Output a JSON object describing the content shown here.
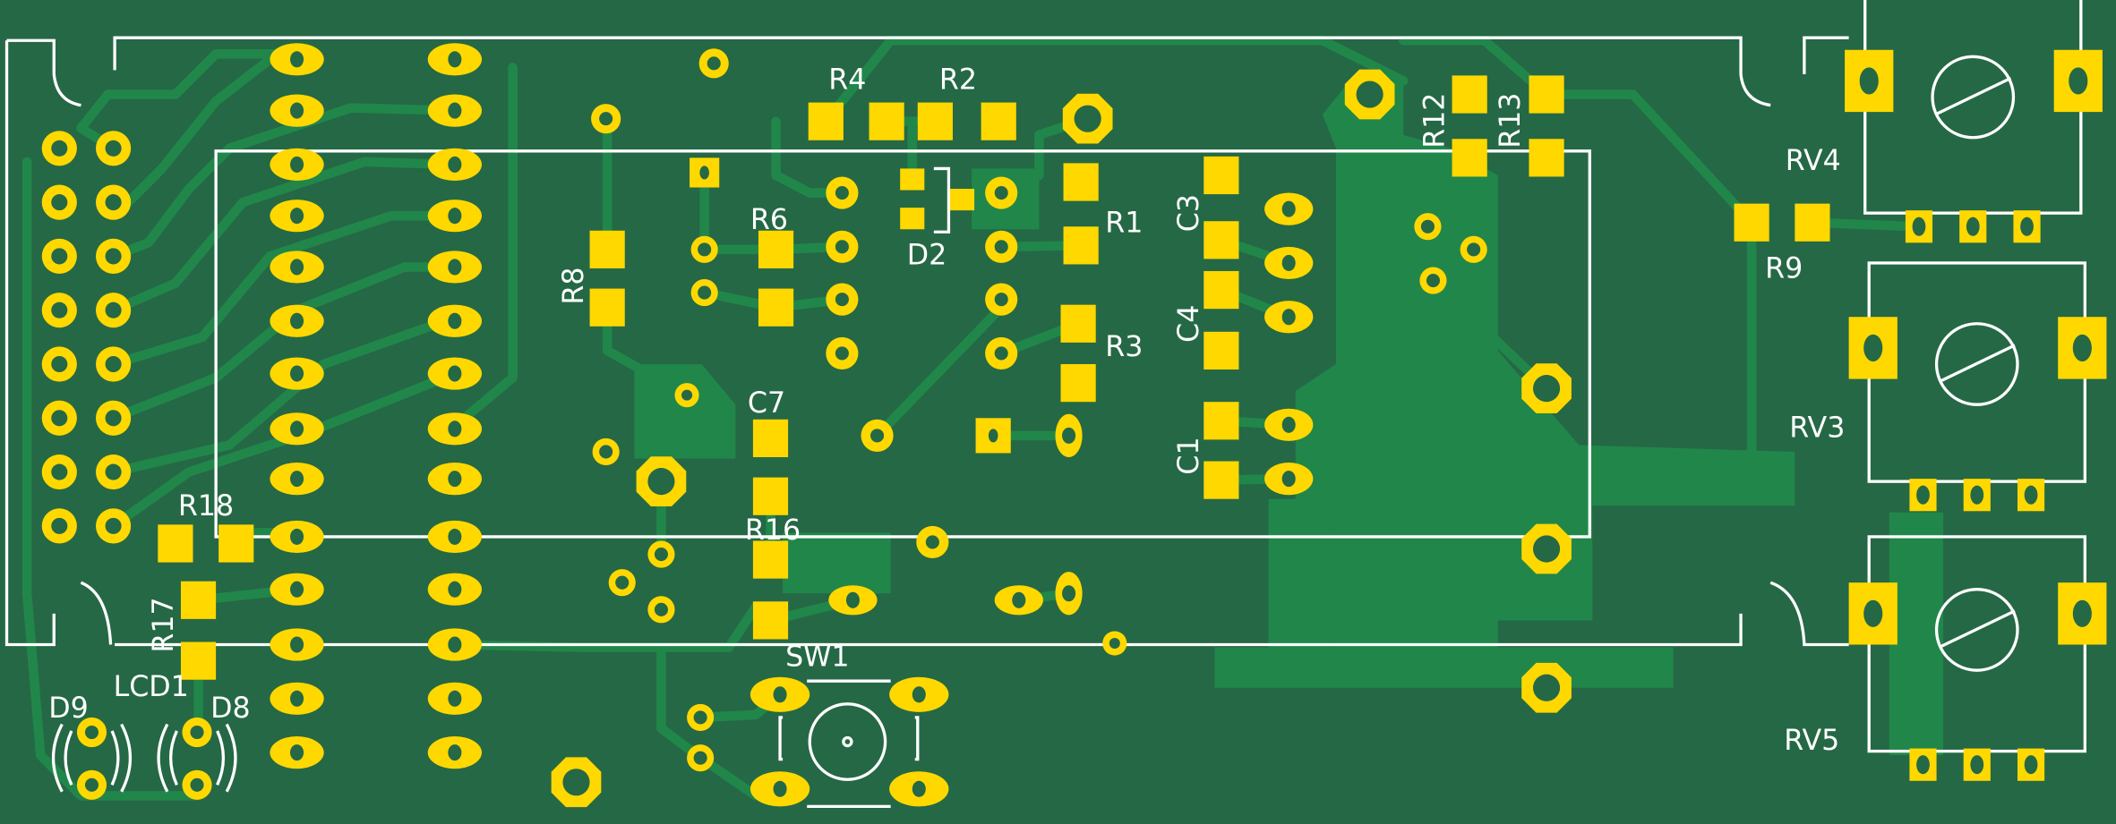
{
  "board": {
    "colors": {
      "substrate": "#256845",
      "copper": "#21864a",
      "pad": "#ffd800",
      "silkscreen": "#ffffff"
    },
    "labels": {
      "R4": "R4",
      "R2": "R2",
      "R8": "R8",
      "R6": "R6",
      "D2": "D2",
      "R1": "R1",
      "R3": "R3",
      "C3": "C3",
      "C4": "C4",
      "C1": "C1",
      "R12": "R12",
      "R13": "R13",
      "R9": "R9",
      "R18": "R18",
      "R17": "R17",
      "C7": "C7",
      "R16": "R16",
      "SW1": "SW1",
      "LCD1": "LCD1",
      "D9": "D9",
      "D8": "D8",
      "RV4": "RV4",
      "RV3": "RV3",
      "RV5": "RV5"
    }
  }
}
